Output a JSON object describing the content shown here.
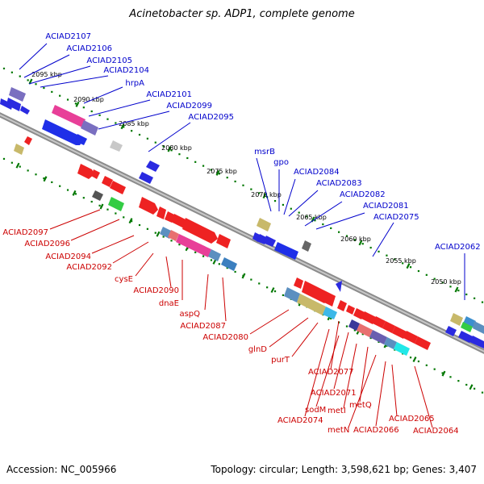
{
  "title": "Acinetobacter sp. ADP1, complete genome",
  "footer": {
    "accession": "Accession: NC_005966",
    "details": "Topology: circular; Length: 3,598,621 bp; Genes: 3,407"
  },
  "colors": {
    "forward_label": "#0000cc",
    "reverse_label": "#cc0000",
    "backbone": "#8c8c8c",
    "ticks": "#007700"
  },
  "scale_labels": [
    "2095 kbp",
    "2090 kbp",
    "2085 kbp",
    "2080 kbp",
    "2075 kbp",
    "2070 kbp",
    "2065 kbp",
    "2060 kbp",
    "2055 kbp",
    "2050 kbp"
  ],
  "forward_gene_labels": [
    "ACIAD2107",
    "ACIAD2106",
    "ACIAD2105",
    "ACIAD2104",
    "hrpA",
    "ACIAD2101",
    "ACIAD2099",
    "ACIAD2095",
    "msrB",
    "gpo",
    "ACIAD2084",
    "ACIAD2083",
    "ACIAD2082",
    "ACIAD2081",
    "ACIAD2075",
    "ACIAD2062"
  ],
  "reverse_gene_labels": [
    "ACIAD2097",
    "ACIAD2096",
    "ACIAD2094",
    "ACIAD2092",
    "cysE",
    "ACIAD2090",
    "dnaE",
    "aspQ",
    "ACIAD2087",
    "ACIAD2080",
    "glnD",
    "purT",
    "ACIAD2077",
    "ACIAD2071",
    "sodM",
    "metI",
    "metQ",
    "ACIAD2074",
    "metN",
    "ACIAD2066",
    "ACIAD2065",
    "ACIAD2064"
  ]
}
